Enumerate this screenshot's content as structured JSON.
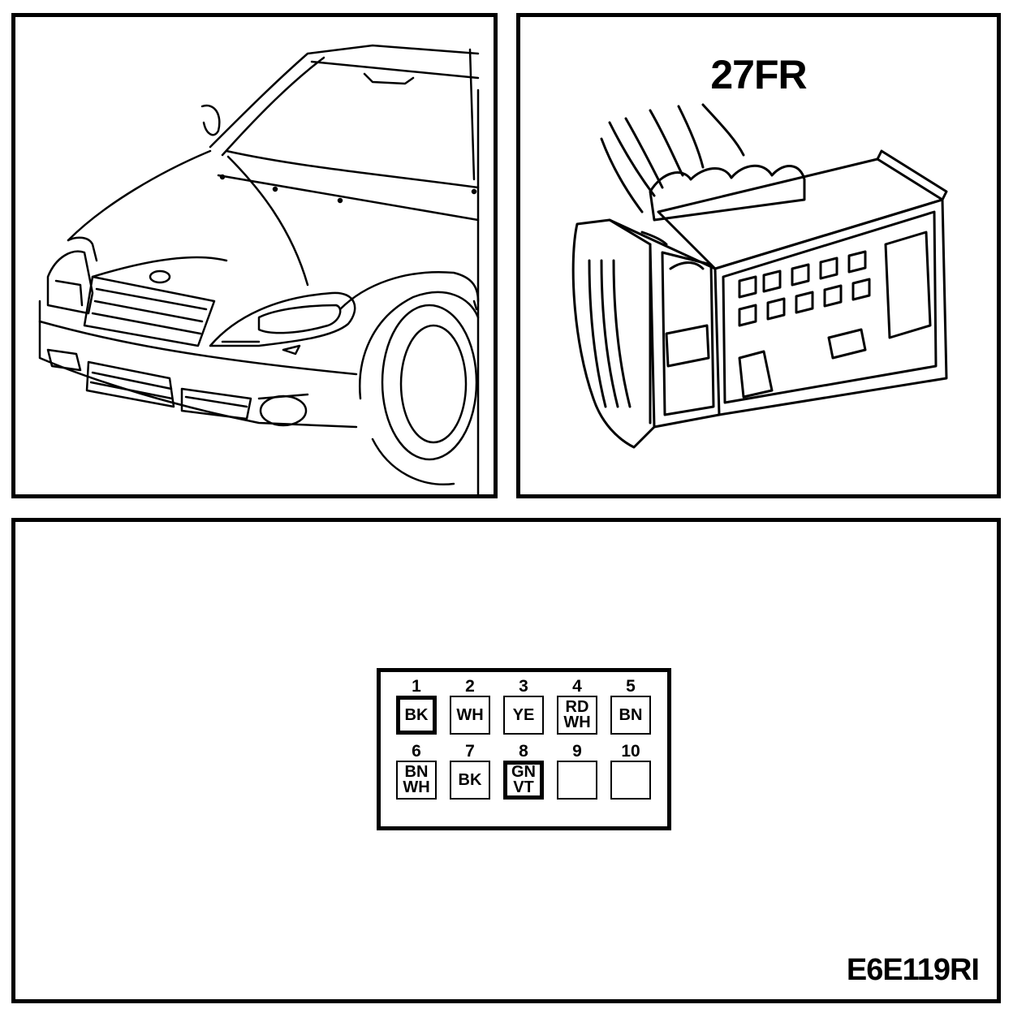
{
  "connector": {
    "title": "27FR",
    "pins": [
      {
        "number": "1",
        "colors": [
          "BK"
        ],
        "highlight": true
      },
      {
        "number": "2",
        "colors": [
          "WH"
        ],
        "highlight": false
      },
      {
        "number": "3",
        "colors": [
          "YE"
        ],
        "highlight": false
      },
      {
        "number": "4",
        "colors": [
          "RD",
          "WH"
        ],
        "highlight": false
      },
      {
        "number": "5",
        "colors": [
          "BN"
        ],
        "highlight": false
      },
      {
        "number": "6",
        "colors": [
          "BN",
          "WH"
        ],
        "highlight": false
      },
      {
        "number": "7",
        "colors": [
          "BK"
        ],
        "highlight": false
      },
      {
        "number": "8",
        "colors": [
          "GN",
          "VT"
        ],
        "highlight": true
      },
      {
        "number": "9",
        "colors": [],
        "highlight": false
      },
      {
        "number": "10",
        "colors": [],
        "highlight": false
      }
    ]
  },
  "reference_code": "E6E119RI"
}
